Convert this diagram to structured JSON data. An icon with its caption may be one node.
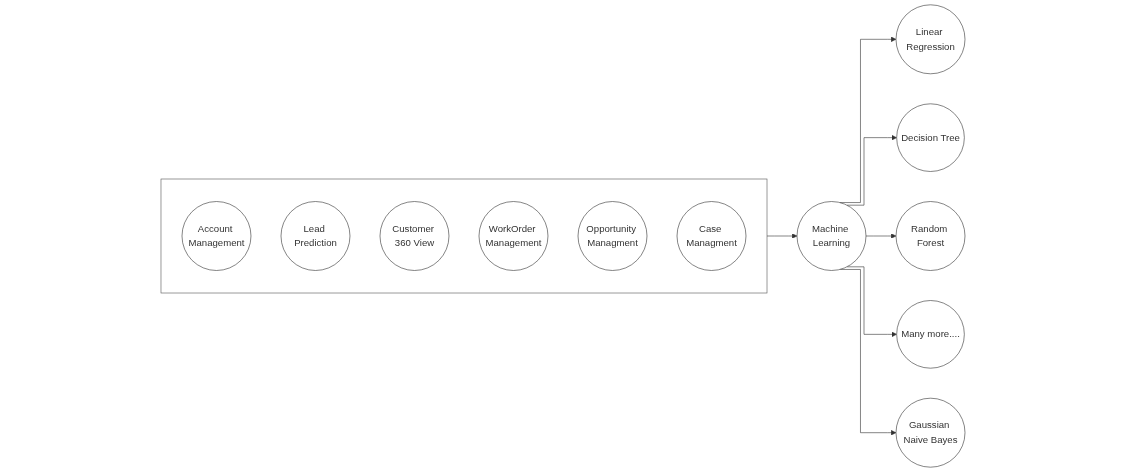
{
  "diagram": {
    "nodes": [
      {
        "text": [],
        "shape": "box"
      },
      {
        "text": [
          "Account Management"
        ],
        "in": 0
      },
      {
        "text": [
          "Lead Prediction"
        ],
        "in": 0
      },
      {
        "text": [
          "Customer 360 View"
        ],
        "in": 0
      },
      {
        "text": [
          "WorkOrder Management"
        ],
        "in": 0
      },
      {
        "text": [
          "Opportunity Managment"
        ],
        "in": 0
      },
      {
        "text": [
          "Case Managment"
        ],
        "in": 0
      },
      {
        "text": [
          "Machine Learning"
        ]
      },
      {
        "text": [
          "Linear Regression"
        ]
      },
      {
        "text": [
          "Decision Tree"
        ]
      },
      {
        "text": [
          "Random Forest"
        ]
      },
      {
        "text": [
          "Many more...."
        ]
      },
      {
        "text": [
          "Gaussian Naive Bayes"
        ]
      }
    ],
    "edges": [
      {
        "from": 0,
        "to": 7,
        "arrow": "to"
      },
      {
        "from": 7,
        "to": 8,
        "arrow": "to"
      },
      {
        "from": 7,
        "to": 9,
        "arrow": "to"
      },
      {
        "from": 7,
        "to": 10,
        "arrow": "to"
      },
      {
        "from": 7,
        "to": 11,
        "arrow": "to"
      },
      {
        "from": 7,
        "to": 12,
        "arrow": "to"
      }
    ]
  }
}
